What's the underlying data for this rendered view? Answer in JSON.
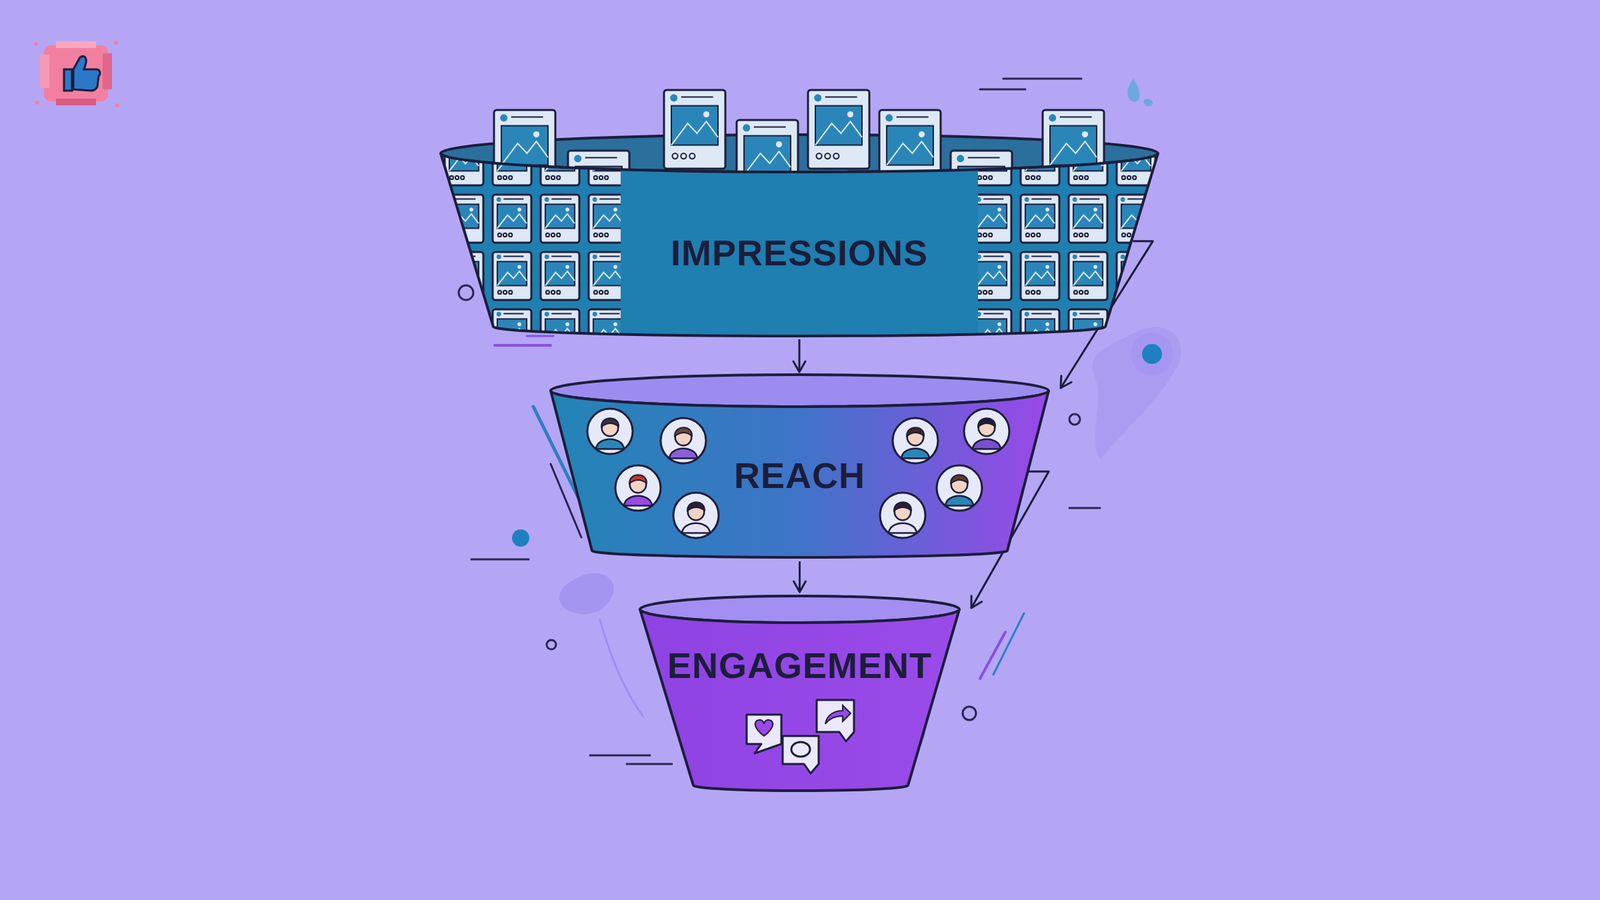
{
  "diagram": {
    "nodes": [
      {
        "text": [
          "IMPRESSIONS"
        ]
      },
      {
        "text": [
          "REACH"
        ]
      },
      {
        "text": [
          "ENGAGEMENT"
        ]
      }
    ],
    "edges": [
      {
        "from": 0,
        "to": 1,
        "arrow": "to"
      },
      {
        "from": 1,
        "to": 2,
        "arrow": "to"
      },
      {
        "from": 0,
        "to": 1,
        "arrow": "to"
      },
      {
        "from": 1,
        "to": 2,
        "arrow": "to"
      }
    ]
  }
}
